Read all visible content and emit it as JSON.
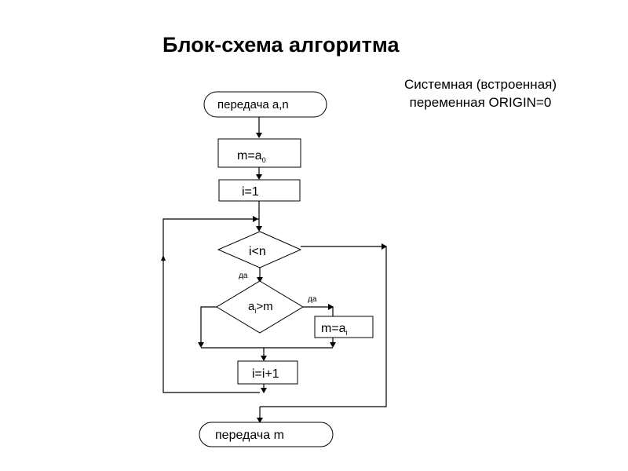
{
  "title": "Блок-схема алгоритма",
  "note": {
    "line1": "Системная (встроенная)",
    "line2": "переменная ORIGIN=0"
  },
  "flowchart": {
    "start": {
      "type": "terminal",
      "text": "передача a,n"
    },
    "init_m": {
      "type": "process",
      "base": "m=a",
      "subscript": "0"
    },
    "init_i": {
      "type": "process",
      "text": "i=1"
    },
    "loop_cond": {
      "type": "decision",
      "text": "i<n",
      "yes_label": "да"
    },
    "compare": {
      "type": "decision",
      "base": "a",
      "subscript": "i",
      "rest": ">m",
      "yes_label": "да"
    },
    "assign_m": {
      "type": "process",
      "base": "m=a",
      "subscript": "i"
    },
    "increment": {
      "type": "process",
      "text": "i=i+1"
    },
    "end": {
      "type": "terminal",
      "text": "передача m"
    }
  }
}
